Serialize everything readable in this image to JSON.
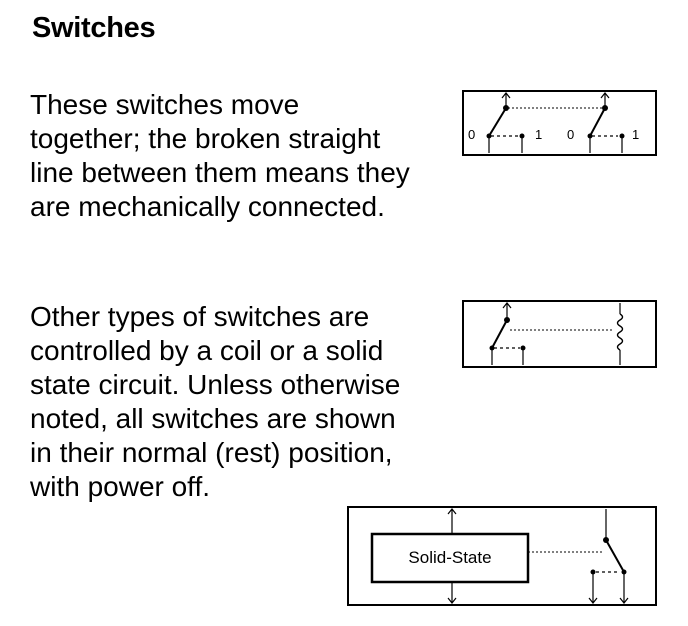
{
  "title": "Switches",
  "para1": {
    "lines": [
      "These switches move",
      "together; the broken straight",
      "line between them means they",
      "are mechanically connected."
    ]
  },
  "para2": {
    "lines": [
      "Other types of switches are",
      "controlled by a coil or a solid",
      "state circuit. Unless otherwise",
      "noted, all switches are shown",
      "in their normal (rest) position,",
      "with power off."
    ]
  },
  "diagram1": {
    "labels": [
      "0",
      "1",
      "0",
      "1"
    ]
  },
  "diagram3": {
    "box_label": "Solid-State"
  }
}
